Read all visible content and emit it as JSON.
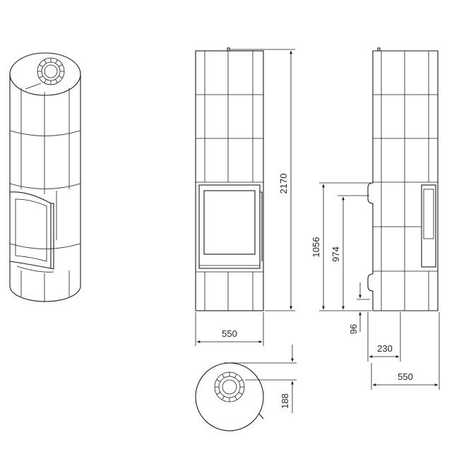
{
  "dimensions": {
    "total_height": "2170",
    "front_width": "550",
    "door_top_height": "1056",
    "glass_top_height": "974",
    "door_bottom_height": "96",
    "side_door_offset": "230",
    "side_depth": "550",
    "top_outlet_offset": "188"
  },
  "colors": {
    "line": "#1a1a1a",
    "text": "#222222",
    "background": "#ffffff"
  }
}
